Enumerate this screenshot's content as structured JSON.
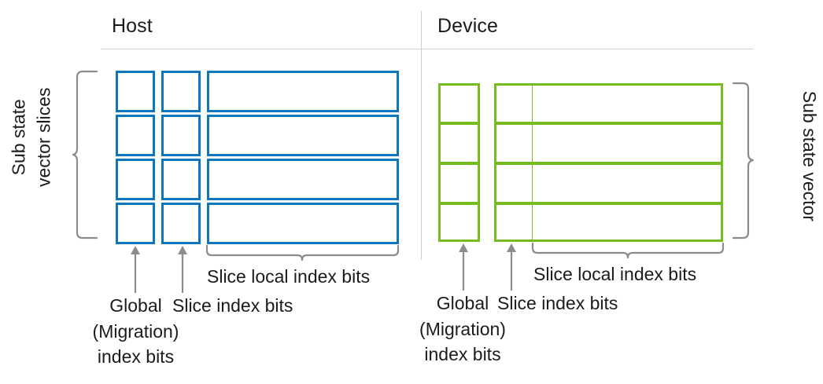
{
  "diagram": {
    "title_left": "Host",
    "title_right": "Device",
    "colors": {
      "host_box": "#0F75BD",
      "device_box": "#76BC21",
      "rule": "#D2D2D2",
      "brace": "#8C8C8C",
      "arrow": "#8C8C8C",
      "text": "#1B1B1B"
    }
  },
  "left_panel": {
    "title": "Host",
    "side_label_line1": "Sub state",
    "side_label_line2": "vector slices",
    "rows": 4,
    "columns": [
      {
        "name": "global-migration-index-bits",
        "style": "separate-square"
      },
      {
        "name": "slice-index-bits",
        "style": "separate-square"
      },
      {
        "name": "slice-local-index-bits",
        "style": "separate-wide"
      }
    ],
    "annotations": {
      "global_line1": "Global",
      "global_line2": "(Migration)",
      "global_line3": "index bits",
      "slice_index": "Slice index bits",
      "slice_local": "Slice local index bits"
    }
  },
  "right_panel": {
    "title": "Device",
    "side_label": "Sub state vector",
    "rows": 4,
    "columns": [
      {
        "name": "global-migration-index-bits",
        "style": "contiguous-square"
      },
      {
        "name": "slice-index-bits",
        "style": "contiguous-square"
      },
      {
        "name": "slice-local-index-bits",
        "style": "contiguous-wide"
      }
    ],
    "annotations": {
      "global_line1": "Global",
      "global_line2": "(Migration)",
      "global_line3": "index bits",
      "slice_index": "Slice index bits",
      "slice_local": "Slice local index bits"
    }
  }
}
